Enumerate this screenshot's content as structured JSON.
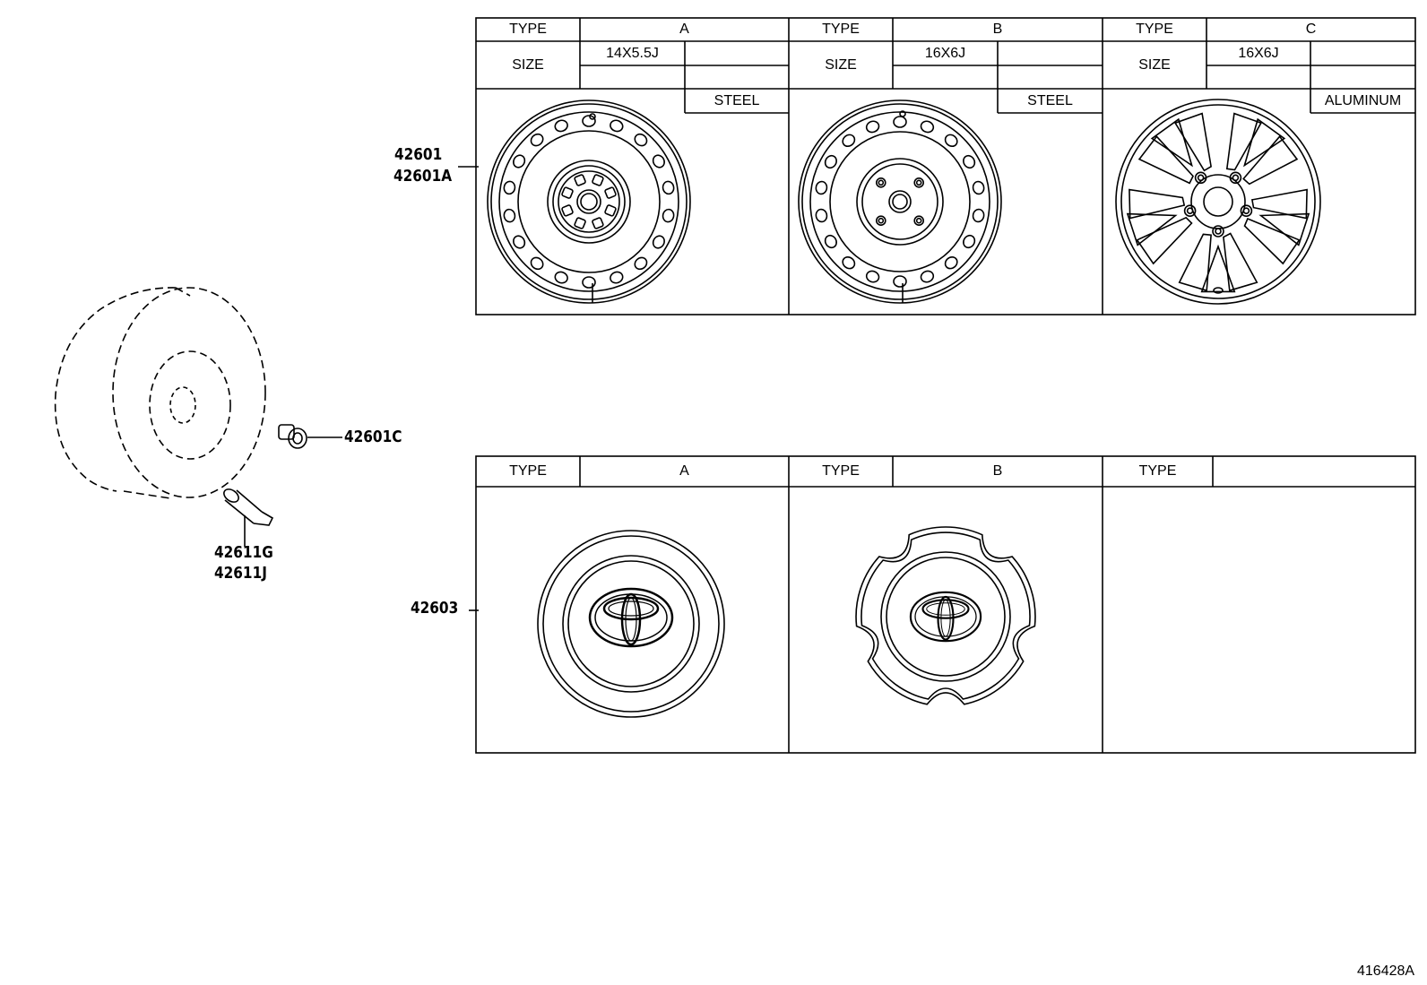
{
  "wheel_table": {
    "col_a": {
      "type_label": "TYPE",
      "type_value": "A",
      "size_label": "SIZE",
      "size_value": "14X5.5J",
      "material": "STEEL"
    },
    "col_b": {
      "type_label": "TYPE",
      "type_value": "B",
      "size_label": "SIZE",
      "size_value": "16X6J",
      "material": "STEEL"
    },
    "col_c": {
      "type_label": "TYPE",
      "type_value": "C",
      "size_label": "SIZE",
      "size_value": "16X6J",
      "material": "ALUMINUM"
    }
  },
  "cap_table": {
    "col_a": {
      "type_label": "TYPE",
      "type_value": "A"
    },
    "col_b": {
      "type_label": "TYPE",
      "type_value": "B"
    },
    "col_c": {
      "type_label": "TYPE",
      "type_value": ""
    }
  },
  "callouts": {
    "wheel_part_1": "42601",
    "wheel_part_2": "42601A",
    "nut_part": "42601C",
    "valve_part_1": "42611G",
    "valve_part_2": "42611J",
    "cap_part": "42603"
  },
  "diagram_code": "416428A"
}
